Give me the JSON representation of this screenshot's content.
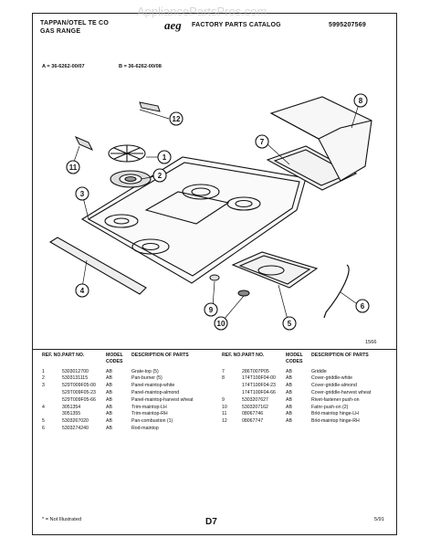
{
  "header": {
    "brand_line1": "TAPPAN/OTEL TE CO",
    "brand_line2": "GAS RANGE",
    "logo_text": "aeg",
    "catalog_title": "FACTORY PARTS CATALOG",
    "catalog_number": "5995207569",
    "watermark": "AppliancePartsPros.com"
  },
  "models": {
    "a": "A = 36-6262-00/07",
    "b": "B = 36-6262-00/08"
  },
  "diagram": {
    "code": "1566",
    "callouts": [
      "1",
      "2",
      "3",
      "4",
      "5",
      "6",
      "7",
      "8",
      "9",
      "10",
      "11",
      "12"
    ]
  },
  "table": {
    "headers": {
      "ref": "REF. NO.",
      "part": "PART NO.",
      "model": "MODEL CODES",
      "desc": "DESCRIPTION OF PARTS"
    },
    "left_rows": [
      {
        "ref": "1",
        "part": "5303012700",
        "model": "AB",
        "desc": "Grate-top (5)"
      },
      {
        "ref": "2",
        "part": "5303131115",
        "model": "AB",
        "desc": "Pan-burner (5)"
      },
      {
        "ref": "3",
        "part": "529T009F05-00",
        "model": "AB",
        "desc": "Panel-maintop-white"
      },
      {
        "ref": "",
        "part": "529T009F05-23",
        "model": "AB",
        "desc": "Panel-maintop-almond"
      },
      {
        "ref": "",
        "part": "529T009F05-66",
        "model": "AB",
        "desc": "Panel-maintop-harvest wheat"
      },
      {
        "ref": "4",
        "part": "3051354",
        "model": "AB",
        "desc": "Trim-maintop-LH"
      },
      {
        "ref": "",
        "part": "3051355",
        "model": "AB",
        "desc": "Trim-maintop-RH"
      },
      {
        "ref": "5",
        "part": "5303267020",
        "model": "AB",
        "desc": "Pan-combustion (1)"
      },
      {
        "ref": "6",
        "part": "5303274240",
        "model": "AB",
        "desc": "Rod-maintop"
      }
    ],
    "right_rows": [
      {
        "ref": "7",
        "part": "286T007P05",
        "model": "AB",
        "desc": "Griddle"
      },
      {
        "ref": "8",
        "part": "174T100F04-00",
        "model": "AB",
        "desc": "Cover-griddle-white"
      },
      {
        "ref": "",
        "part": "174T100F04-23",
        "model": "AB",
        "desc": "Cover-griddle-almond"
      },
      {
        "ref": "",
        "part": "174T100F04-66",
        "model": "AB",
        "desc": "Cover-griddle-harvest wheat"
      },
      {
        "ref": "9",
        "part": "5303207627",
        "model": "AB",
        "desc": "Rivet-fastener push-on"
      },
      {
        "ref": "10",
        "part": "5303207162",
        "model": "AB",
        "desc": "Fatnr-push-on (2)"
      },
      {
        "ref": "11",
        "part": "08067746",
        "model": "AB",
        "desc": "Brkt-maintop hinge-LH"
      },
      {
        "ref": "12",
        "part": "08067747",
        "model": "AB",
        "desc": "Brkt-maintop hinge-RH"
      }
    ]
  },
  "footer": {
    "note": "* = Not Illustrated",
    "page": "D7",
    "date": "5/91"
  }
}
